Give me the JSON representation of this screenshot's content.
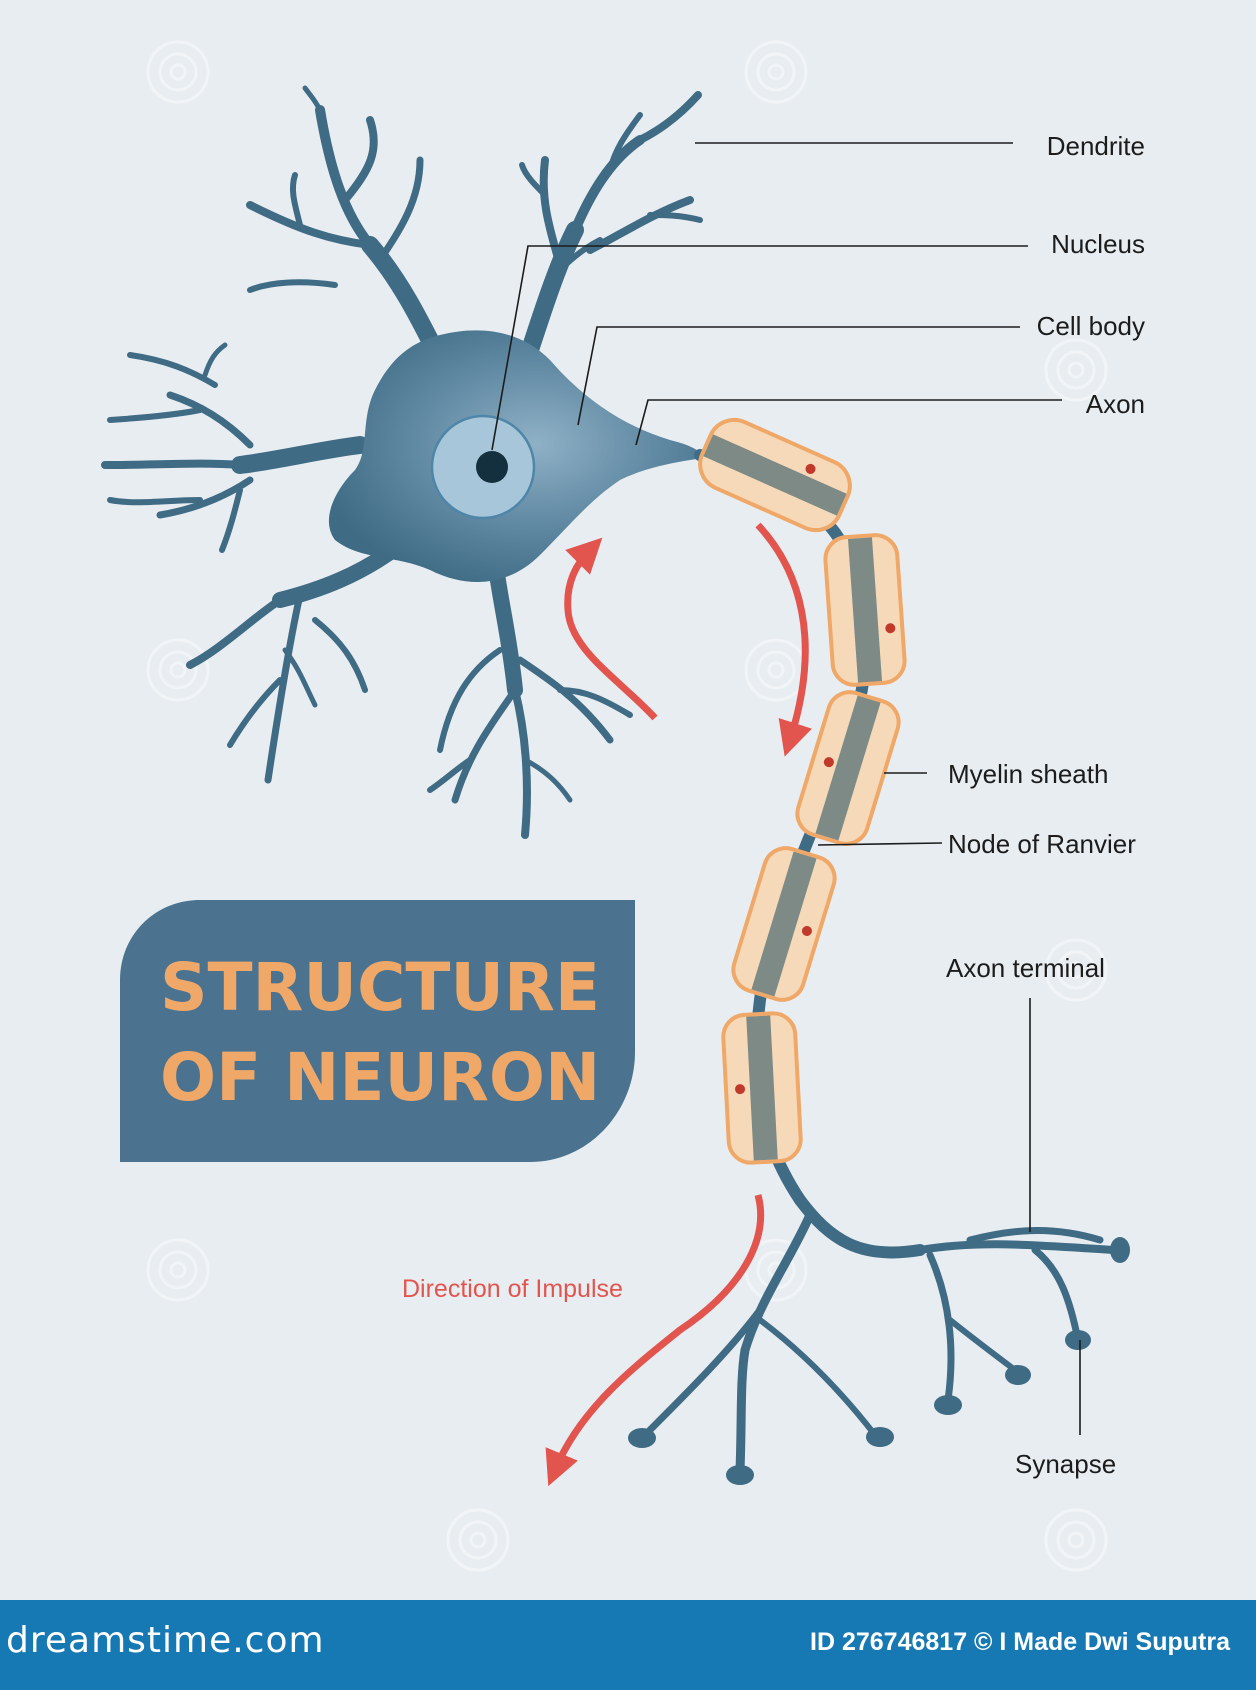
{
  "title": {
    "line1": "STRUCTURE",
    "line2": "OF NEURON"
  },
  "labels": {
    "dendrite": "Dendrite",
    "nucleus": "Nucleus",
    "cell_body": "Cell body",
    "axon": "Axon",
    "myelin_sheath": "Myelin sheath",
    "node_of_ranvier": "Node of Ranvier",
    "axon_terminal": "Axon terminal",
    "synapse": "Synapse",
    "direction_of_impulse": "Direction of Impulse"
  },
  "footer": {
    "logo": "dreamstime.com",
    "credit": "ID 276746817 © I Made Dwi Suputra"
  },
  "colors": {
    "background": "#e8edf1",
    "neuron": "#3f6b85",
    "myelin": "#f6d9b8",
    "myelin_border": "#f0a868",
    "arrow": "#e2554f",
    "title_box": "#4b7390",
    "title_text": "#f0a868",
    "footer": "#1679b3"
  }
}
